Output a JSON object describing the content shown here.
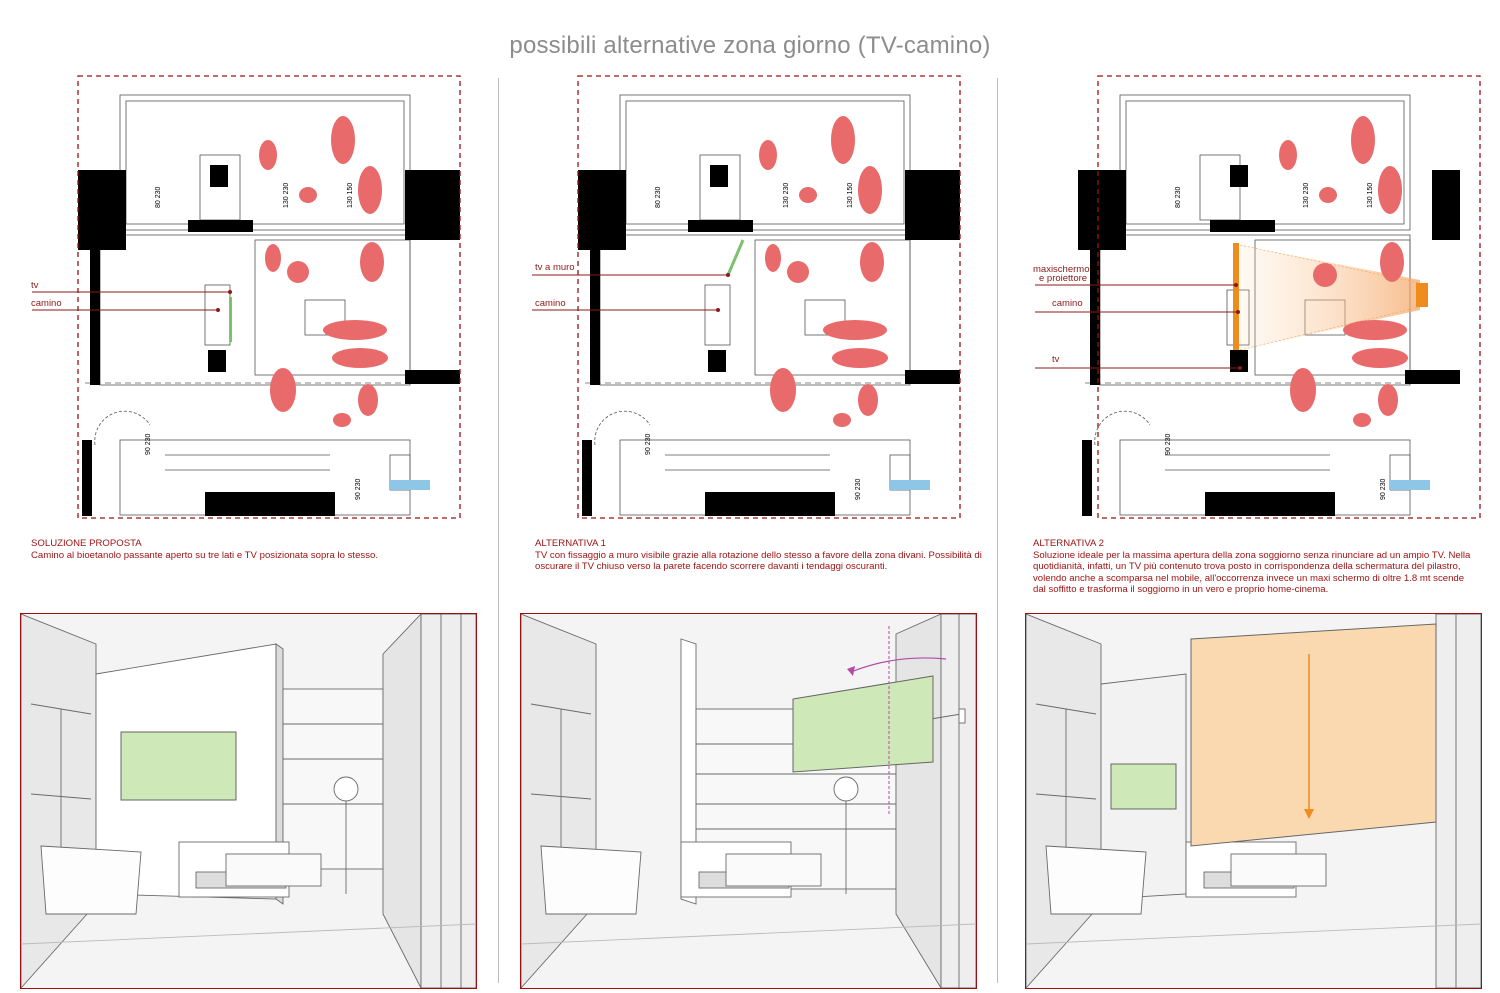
{
  "title": "possibili alternative zona giorno (TV-camino)",
  "colors": {
    "accent_red": "#9b1111",
    "tv_green": "#cfe8b8",
    "screen_orange": "#fbd9b0",
    "figure_red": "#e86a6a"
  },
  "panels": [
    {
      "callouts": [
        "tv",
        "camino"
      ],
      "dims": [
        "80\n230",
        "130\n230",
        "130\n150",
        "90\n230",
        "90\n230"
      ],
      "heading": "SOLUZIONE PROPOSTA",
      "body": "Camino al bioetanolo passante aperto su tre lati e TV posizionata sopra lo stesso."
    },
    {
      "callouts": [
        "tv a muro",
        "camino"
      ],
      "dims": [
        "80\n230",
        "130\n230",
        "130\n150",
        "90\n230",
        "90\n230"
      ],
      "heading": "ALTERNATIVA 1",
      "body": "TV con fissaggio a muro visibile grazie alla rotazione dello stesso a favore della zona divani. Possibilità di oscurare il TV chiuso verso la parete facendo scorrere davanti i tendaggi oscuranti."
    },
    {
      "callouts": [
        "maxischermo",
        "e proiettore",
        "camino",
        "tv"
      ],
      "dims": [
        "80\n230",
        "130\n230",
        "130\n150",
        "90\n230",
        "90\n230"
      ],
      "heading": "ALTERNATIVA 2",
      "body": "Soluzione ideale per la massima apertura della zona soggiorno senza rinunciare ad un ampio TV. Nella quotidianità, infatti, un TV più contenuto trova posto in corrispondenza della schermatura del pilastro, volendo anche a scomparsa nel mobile, all'occorrenza invece un maxi schermo di oltre 1.8 mt scende dal soffitto e trasforma il soggiorno in un vero e proprio home-cinema."
    }
  ]
}
